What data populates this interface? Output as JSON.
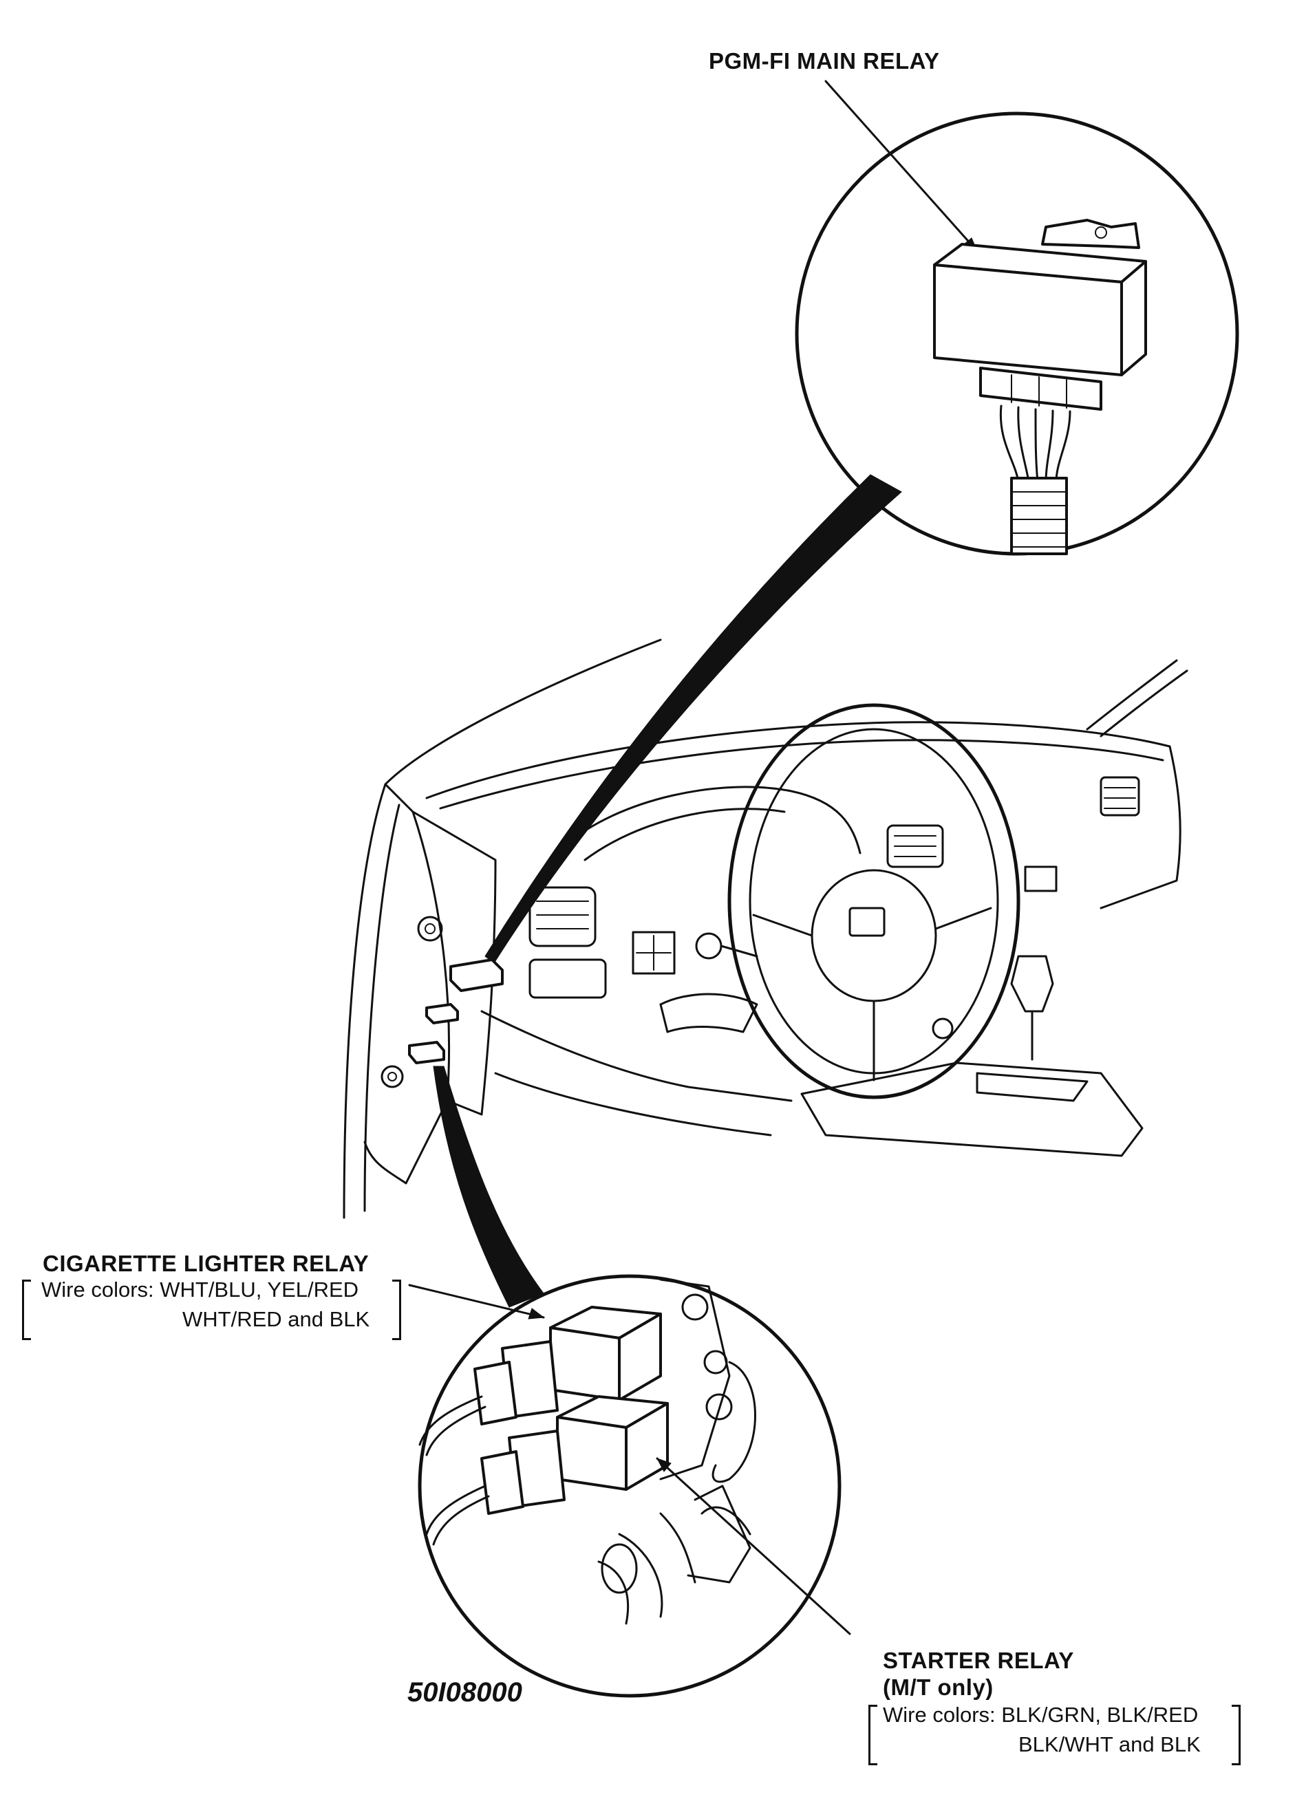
{
  "labels": {
    "main_relay": "PGM-FI MAIN RELAY",
    "cig_relay": {
      "title": "CIGARETTE LIGHTER RELAY",
      "wire_line1": "Wire colors: WHT/BLU, YEL/RED",
      "wire_line2": "WHT/RED and BLK"
    },
    "starter_relay": {
      "title": "STARTER RELAY",
      "subtitle": "(M/T only)",
      "wire_line1": "Wire colors: BLK/GRN, BLK/RED",
      "wire_line2": "BLK/WHT and BLK"
    },
    "figure_ref": "50I08000"
  }
}
